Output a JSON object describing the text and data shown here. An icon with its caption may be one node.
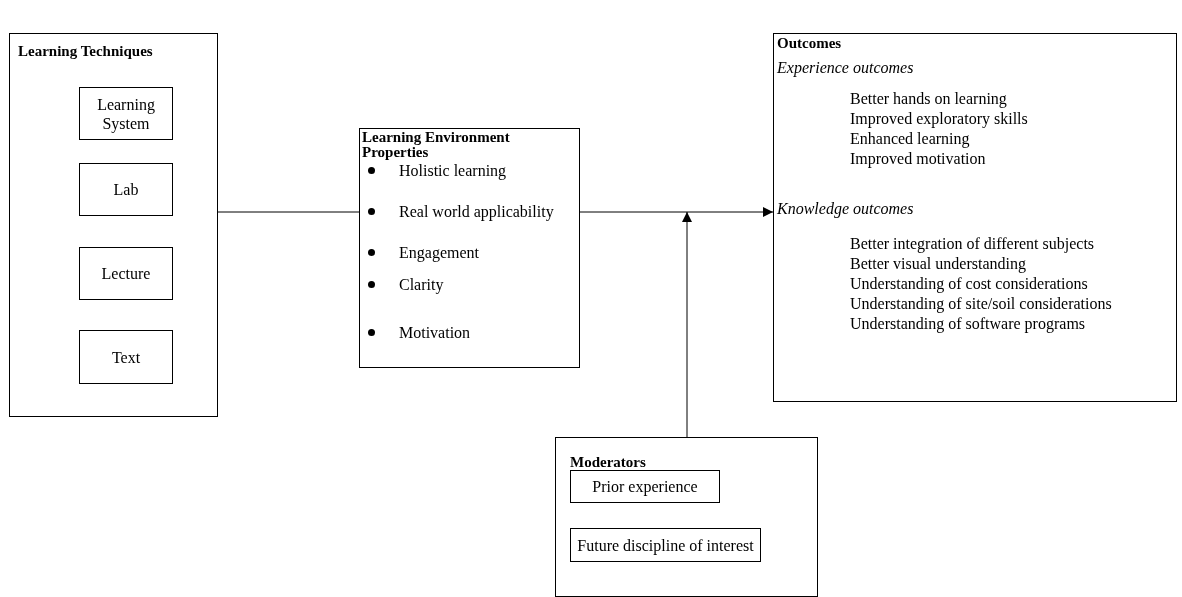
{
  "diagram": {
    "nodes": [
      {
        "text": [
          "Learning Techniques"
        ]
      },
      {
        "text": [
          "Learning System"
        ],
        "in": 0
      },
      {
        "text": [
          "Lab"
        ],
        "in": 0
      },
      {
        "text": [
          "Lecture"
        ],
        "in": 0
      },
      {
        "text": [
          "Text"
        ],
        "in": 0
      },
      {
        "text": [
          "Learning Environment Properties",
          "Holistic learning",
          "Real world applicability",
          "Engagement",
          "Clarity",
          "Motivation"
        ]
      },
      {
        "text": [
          "Outcomes",
          "Experience outcomes",
          "Better hands on learning",
          "Improved exploratory skills",
          "Enhanced learning",
          "Improved motivation",
          "Knowledge outcomes",
          "Better integration of different subjects",
          "Better visual understanding",
          "Understanding of cost considerations",
          "Understanding of site/soil considerations",
          "Understanding of software programs"
        ]
      },
      {
        "text": [
          "Moderators"
        ]
      },
      {
        "text": [
          "Prior experience"
        ],
        "in": 7
      },
      {
        "text": [
          "Future discipline of interest"
        ],
        "in": 7
      }
    ],
    "edges": [
      {
        "from": 0,
        "to": 5,
        "arrow": "none"
      },
      {
        "from": 5,
        "to": 6,
        "arrow": "to"
      },
      {
        "from": 7,
        "to": null,
        "arrow": "to"
      }
    ]
  }
}
